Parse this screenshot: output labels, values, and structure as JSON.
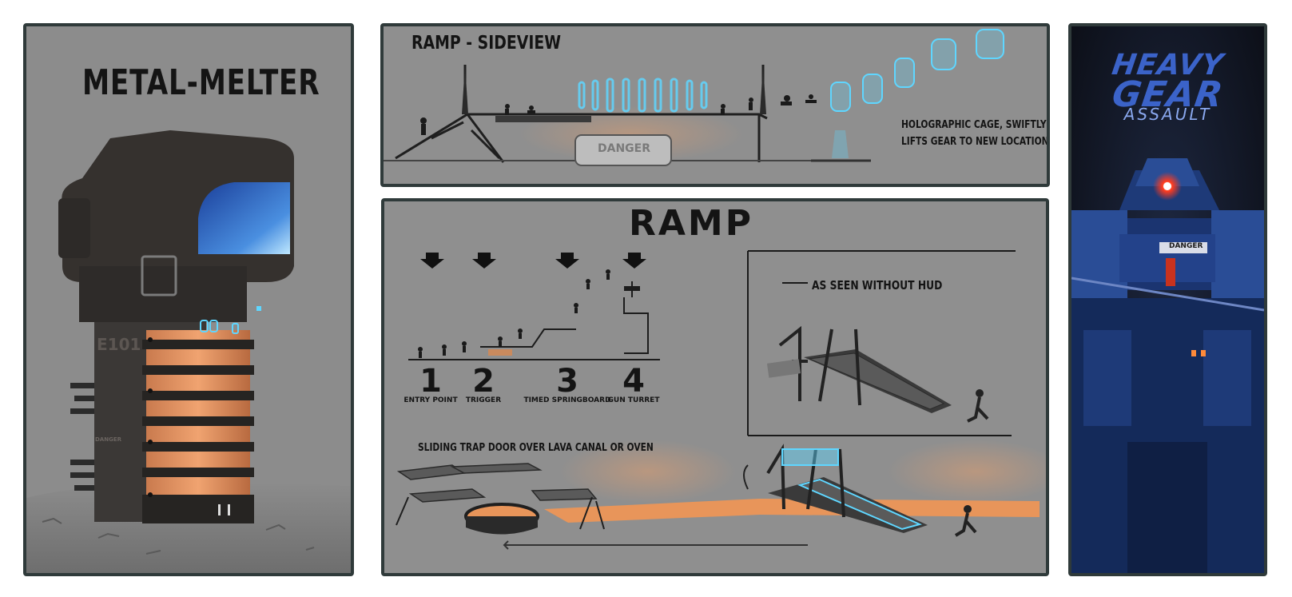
{
  "left_panel": {
    "title": "METAL-MELTER",
    "machine_code": "E101",
    "danger_label": "DANGER"
  },
  "top_panel": {
    "title": "RAMP - SIDEVIEW",
    "danger_sign": "DANGER",
    "caption_line1": "HOLOGRAPHIC CAGE, SWIFTLY",
    "caption_line2": "LIFTS GEAR TO NEW LOCATION"
  },
  "main_panel": {
    "title": "RAMP",
    "steps": [
      {
        "number": "1",
        "label": "ENTRY POINT"
      },
      {
        "number": "2",
        "label": "TRIGGER"
      },
      {
        "number": "3",
        "label": "TIMED SPRINGBOARD"
      },
      {
        "number": "4",
        "label": "GUN TURRET"
      }
    ],
    "inset_caption": "AS SEEN WITHOUT HUD",
    "trap_caption": "SLIDING TRAP DOOR OVER LAVA CANAL OR OVEN"
  },
  "right_panel": {
    "logo_line1": "HEAVY",
    "logo_line2": "GEAR",
    "logo_line3": "ASSAULT",
    "mech_badge": "DANGER"
  },
  "colors": {
    "panel_border": "#2f3a3a",
    "panel_bg": "#8f8f8f",
    "glow_orange": "#e8955a",
    "holo_cyan": "#5fd6ff",
    "logo_blue": "#3b63c9",
    "mech_red": "#ff3b1f"
  }
}
